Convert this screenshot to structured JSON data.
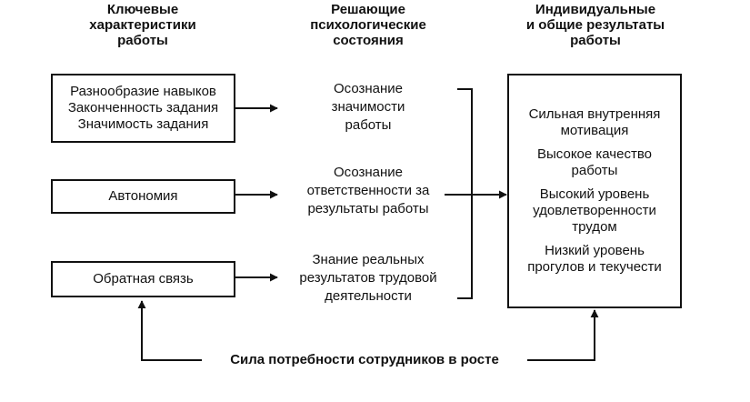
{
  "headings": {
    "characteristics": [
      "Ключевые",
      "характеристики",
      "работы"
    ],
    "states": [
      "Решающие",
      "психологические",
      "состояния"
    ],
    "results": [
      "Индивидуальные",
      "и общие результаты",
      "работы"
    ]
  },
  "characteristics": [
    {
      "lines": [
        "Разнообразие навыков",
        "Законченность задания",
        "Значимость задания"
      ]
    },
    {
      "lines": [
        "Автономия"
      ]
    },
    {
      "lines": [
        "Обратная связь"
      ]
    }
  ],
  "states": [
    {
      "lines": [
        "Осознание",
        "значимости",
        "работы"
      ]
    },
    {
      "lines": [
        "Осознание",
        "ответственности за",
        "результаты работы"
      ]
    },
    {
      "lines": [
        "Знание реальных",
        "результатов трудовой",
        "деятельности"
      ]
    }
  ],
  "outcomes": [
    {
      "lines": [
        "Сильная внутренняя",
        "мотивация"
      ]
    },
    {
      "lines": [
        "Высокое качество",
        "работы"
      ]
    },
    {
      "lines": [
        "Высокий уровень",
        "удовлетворенности",
        "трудом"
      ]
    },
    {
      "lines": [
        "Низкий уровень",
        "прогулов и текучести"
      ]
    }
  ],
  "moderator": "Сила потребности сотрудников в росте"
}
